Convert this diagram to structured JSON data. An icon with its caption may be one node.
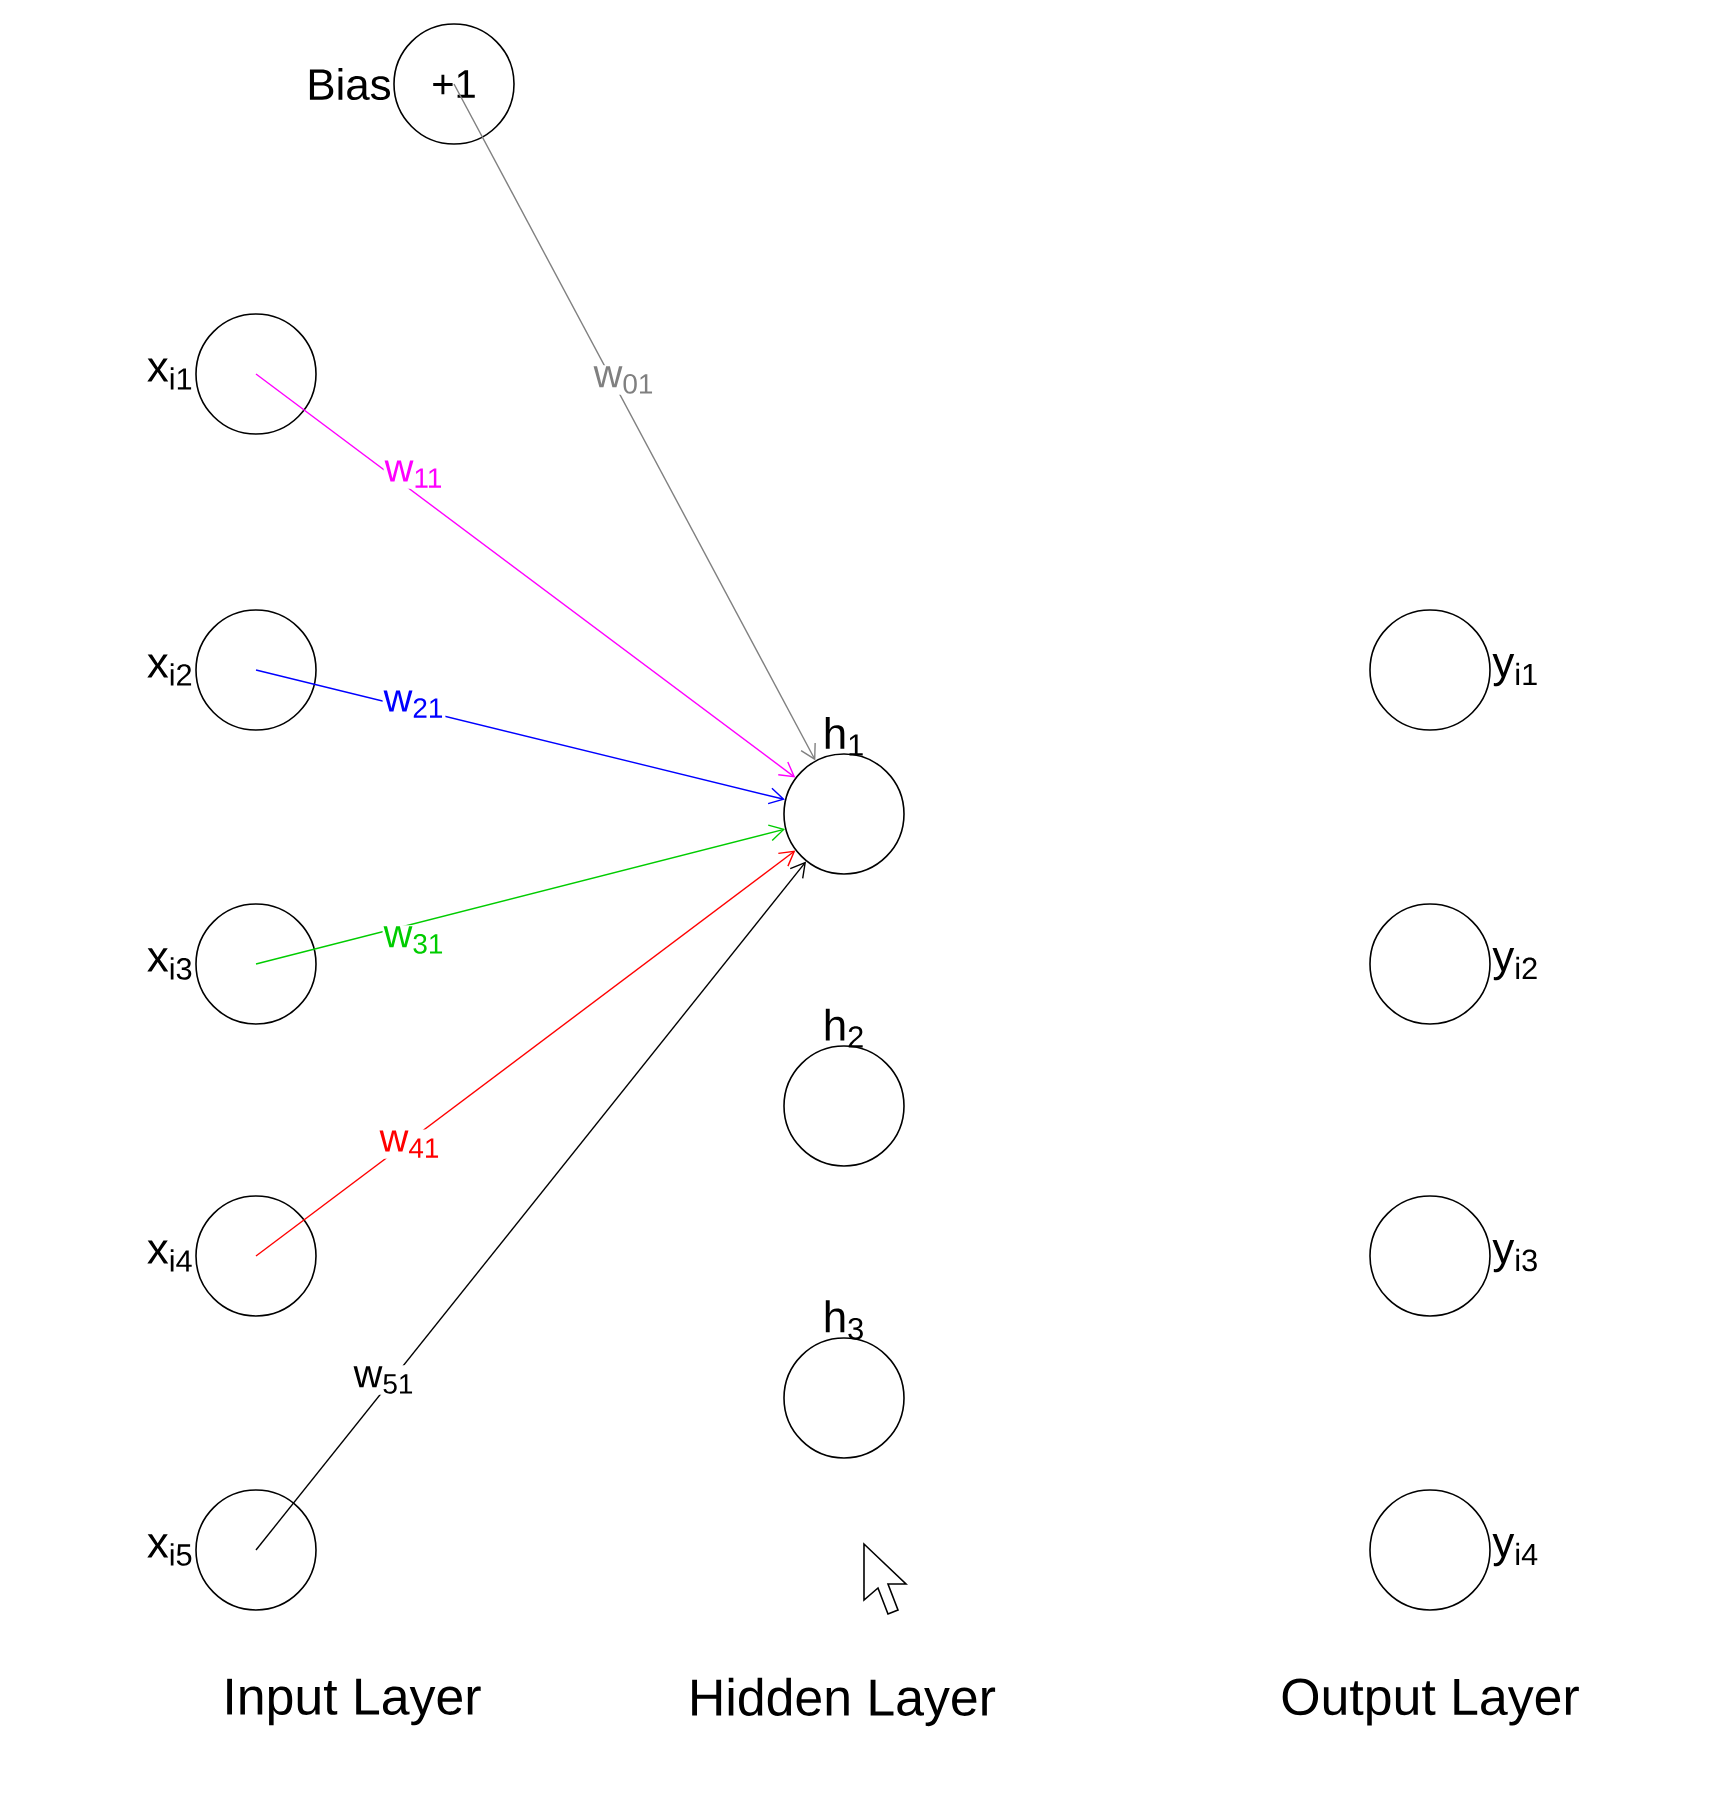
{
  "diagram": {
    "nodes": [
      {
        "text": [
          "+1"
        ],
        "beside": [
          "Bias"
        ]
      },
      {
        "text": [],
        "shape": "circle",
        "beside": [
          "x$_{i1}$"
        ]
      },
      {
        "text": [],
        "shape": "circle",
        "beside": [
          "x$_{i2}$"
        ]
      },
      {
        "text": [],
        "shape": "circle",
        "beside": [
          "x$_{i3}$"
        ]
      },
      {
        "text": [],
        "shape": "circle",
        "beside": [
          "x$_{i4}$"
        ]
      },
      {
        "text": [],
        "shape": "circle",
        "beside": [
          "x$_{i5}$"
        ]
      },
      {
        "text": [],
        "shape": "circle",
        "beside": [
          "h$_{1}$"
        ]
      },
      {
        "text": [],
        "shape": "circle",
        "beside": [
          "h$_{2}$"
        ]
      },
      {
        "text": [],
        "shape": "circle",
        "beside": [
          "h$_{3}$"
        ]
      },
      {
        "text": [],
        "shape": "circle",
        "beside": [
          "y$_{i1}$"
        ]
      },
      {
        "text": [],
        "shape": "circle",
        "beside": [
          "y$_{i2}$"
        ]
      },
      {
        "text": [],
        "shape": "circle",
        "beside": [
          "y$_{i3}$"
        ]
      },
      {
        "text": [],
        "shape": "circle",
        "beside": [
          "y$_{i4}$"
        ]
      }
    ],
    "edges": [
      {
        "from": 0,
        "to": 6,
        "arrow": "to",
        "label": "w$_{01}$",
        "color": "#808080"
      },
      {
        "from": 1,
        "to": 6,
        "arrow": "to",
        "label": "w$_{11}$",
        "color": "#ff00ff"
      },
      {
        "from": 2,
        "to": 6,
        "arrow": "to",
        "label": "w$_{21}$",
        "color": "#0000ff"
      },
      {
        "from": 3,
        "to": 6,
        "arrow": "to",
        "label": "w$_{31}$",
        "color": "#00cc00"
      },
      {
        "from": 4,
        "to": 6,
        "arrow": "to",
        "label": "w$_{41}$",
        "color": "#ff0000"
      },
      {
        "from": 5,
        "to": 6,
        "arrow": "to",
        "label": "w$_{51}$",
        "color": "#000000"
      }
    ],
    "labels": [
      "Input Layer",
      "Hidden Layer",
      "Output Layer"
    ]
  }
}
